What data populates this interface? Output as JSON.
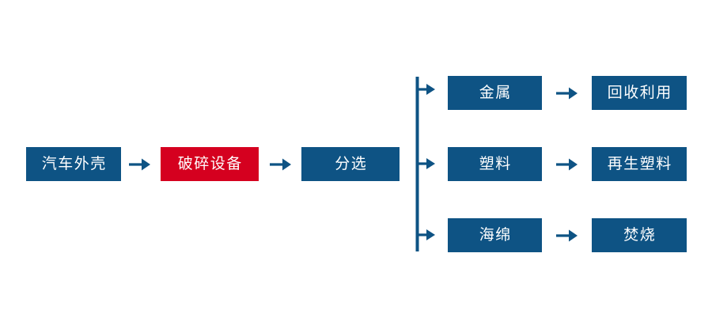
{
  "diagram": {
    "type": "process-flow",
    "title": "",
    "colors": {
      "primary_blue": "#0e5384",
      "highlight_red": "#d5001f",
      "node_text": "#ffffff",
      "connector": "#0e5384",
      "background": "#ffffff"
    },
    "main_chain": [
      {
        "id": "shell",
        "label": "汽车外壳",
        "color": "#0e5384"
      },
      {
        "id": "crusher",
        "label": "破碎设备",
        "color": "#d5001f"
      },
      {
        "id": "sort",
        "label": "分选",
        "color": "#0e5384"
      }
    ],
    "branches": [
      {
        "id": "metal",
        "material": "金属",
        "outcome": "回收利用"
      },
      {
        "id": "plastic",
        "material": "塑料",
        "outcome": "再生塑料"
      },
      {
        "id": "sponge",
        "material": "海绵",
        "outcome": "焚烧"
      }
    ],
    "connectors": {
      "arrow_glyph": "arrow-right-icon",
      "split_glyph": "branch-split-icon"
    }
  }
}
